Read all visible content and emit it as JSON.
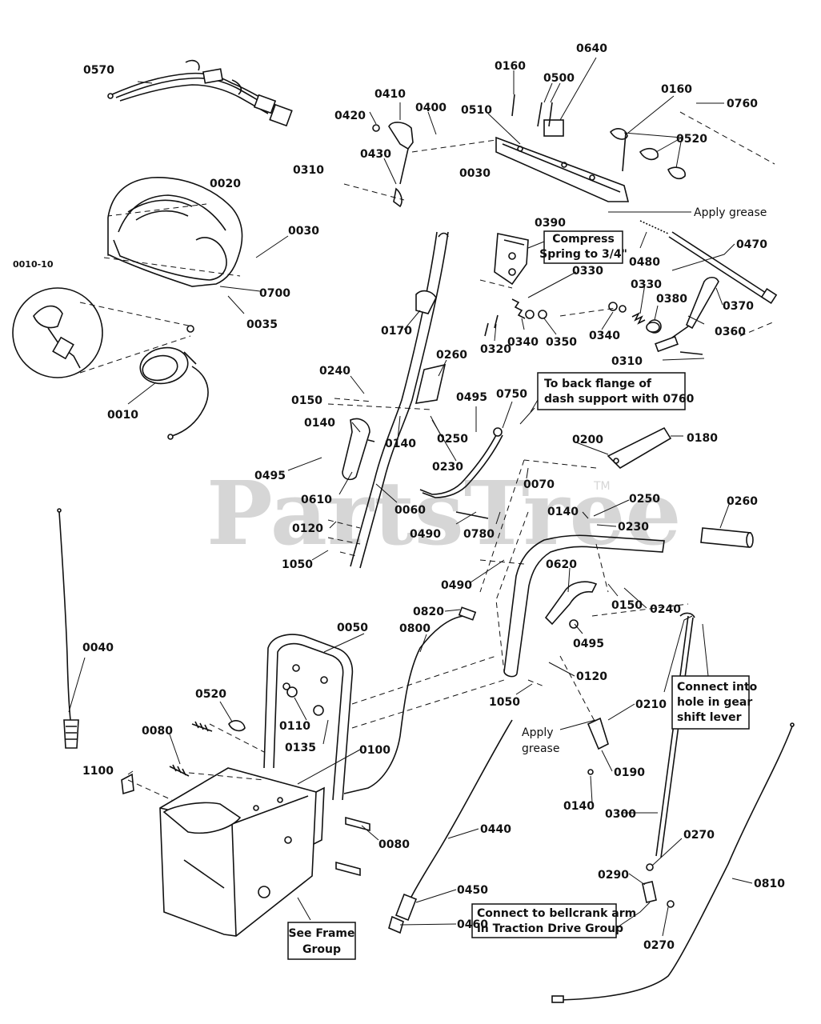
{
  "watermark": {
    "text": "PartsTree",
    "tm": "TM"
  },
  "callouts": {
    "compress": [
      "Compress",
      "Spring to 3/4\""
    ],
    "back_flange": [
      "To back flange of",
      "dash support with 0760"
    ],
    "gear_shift": [
      "Connect into",
      "hole in gear",
      "shift lever"
    ],
    "bellcrank": [
      "Connect to bellcrank arm",
      "in Traction Drive Group"
    ],
    "frame_group": [
      "See Frame",
      "Group"
    ]
  },
  "notes": {
    "apply_grease_top": "Apply grease",
    "apply_grease_lower": [
      "Apply",
      "grease"
    ]
  },
  "part_labels": [
    "0570",
    "0420",
    "0410",
    "0400",
    "0430",
    "0310",
    "0160",
    "0640",
    "0500",
    "0510",
    "0030",
    "0160",
    "0760",
    "0520",
    "0020",
    "0030",
    "0700",
    "0035",
    "0010-10",
    "0010",
    "0390",
    "0330",
    "0480",
    "0470",
    "0330",
    "0380",
    "0370",
    "0360",
    "0340",
    "0350",
    "0340",
    "0320",
    "0310",
    "0170",
    "0260",
    "0240",
    "0150",
    "0140",
    "0140",
    "0250",
    "0495",
    "0750",
    "0230",
    "0495",
    "0610",
    "0060",
    "0120",
    "1050",
    "0490",
    "0780",
    "0070",
    "0200",
    "0180",
    "0140",
    "0250",
    "0230",
    "0260",
    "0490",
    "0620",
    "0150",
    "0240",
    "0495",
    "0040",
    "0820",
    "0800",
    "0050",
    "0120",
    "0520",
    "0110",
    "0135",
    "0080",
    "1050",
    "0210",
    "0100",
    "0190",
    "1100",
    "0080",
    "0140",
    "0300",
    "0440",
    "0270",
    "0290",
    "0810",
    "0450",
    "0270",
    "0460"
  ]
}
